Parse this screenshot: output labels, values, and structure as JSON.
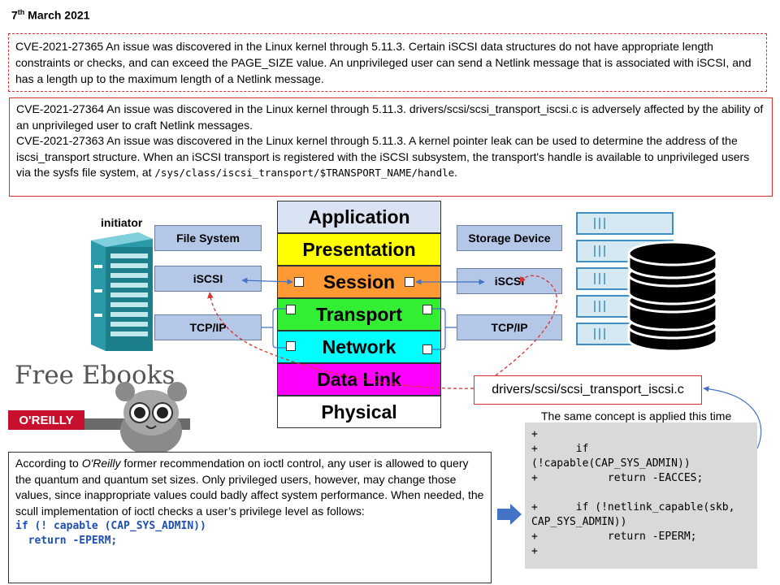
{
  "date": {
    "day": "7",
    "suffix": "th",
    "rest": " March 2021"
  },
  "cve_box_1": {
    "text": "CVE-2021-27365 An issue was discovered in the Linux kernel through 5.11.3. Certain iSCSI data structures do not have appropriate length constraints or checks, and can exceed the PAGE_SIZE value. An unprivileged user can send a Netlink message that is associated with iSCSI, and has a length up to the maximum length of a Netlink message."
  },
  "cve_box_2": {
    "line1": "CVE-2021-27364 An issue was discovered in the Linux kernel through 5.11.3. drivers/scsi/scsi_transport_iscsi.c is adversely affected by the ability of an unprivileged user to craft Netlink messages.",
    "line2": "CVE-2021-27363 An issue was discovered in the Linux kernel through 5.11.3. A kernel pointer leak can be used to determine the address of the iscsi_transport structure. When an iSCSI transport is registered with the iSCSI subsystem, the transport's handle is available to unprivileged users via the sysfs file system, at ",
    "path": "/sys/class/iscsi_transport/$TRANSPORT_NAME/handle",
    "end": "."
  },
  "osi_layers": [
    {
      "name": "Application",
      "color": "#dae3f3"
    },
    {
      "name": "Presentation",
      "color": "#ffff00"
    },
    {
      "name": "Session",
      "color": "#ff9933"
    },
    {
      "name": "Transport",
      "color": "#33ee33"
    },
    {
      "name": "Network",
      "color": "#00ffff"
    },
    {
      "name": "Data Link",
      "color": "#ff00ff"
    },
    {
      "name": "Physical",
      "color": "#ffffff"
    }
  ],
  "left_stack": {
    "label": "initiator",
    "boxes": [
      "File System",
      "iSCSI",
      "TCP/IP"
    ]
  },
  "right_stack": {
    "boxes": [
      "Storage Device",
      "iSCSI",
      "TCP/IP"
    ]
  },
  "free_ebooks": "Free Ebooks",
  "oreilly_logo": "O'REILLY",
  "oreilly_box": {
    "pre": "According to ",
    "brand": "O'Reilly",
    "post": " former recommendation on ioctl control, any user is allowed to query the quantum and quantum set sizes. Only privileged users, however, may change those values, since inappropriate values could badly affect system performance. When needed, the scull implementation of ioctl checks a user’s privilege level as follows:",
    "code1": "if (! capable (CAP_SYS_ADMIN))",
    "code2": "  return -EPERM;"
  },
  "drivers_label": "drivers/scsi/scsi_transport_iscsi.c",
  "same_concept": "The same concept is applied this time",
  "code_box": "+\n+      if\n(!capable(CAP_SYS_ADMIN))\n+           return -EACCES;\n\n+      if (!netlink_capable(skb,\nCAP_SYS_ADMIN))\n+           return -EPERM;\n+",
  "colors": {
    "red": "#d93030",
    "blue": "#4472c4",
    "box_blue": "#b4c7e7",
    "code_gray": "#d9d9d9"
  }
}
